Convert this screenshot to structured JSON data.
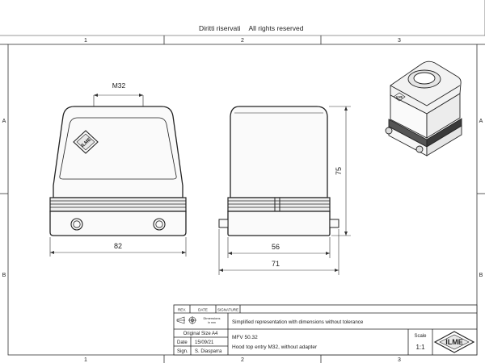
{
  "header": {
    "rights_it": "Diritti riservati",
    "rights_en": "All rights reserved"
  },
  "grid": {
    "columns": [
      "1",
      "2",
      "3"
    ],
    "rows": [
      "A",
      "B"
    ]
  },
  "front_view": {
    "thread_label": "M32",
    "width_dim": "82"
  },
  "side_view": {
    "height_dim": "75",
    "inner_width_dim": "56",
    "outer_width_dim": "71"
  },
  "title_block": {
    "rev_header": "REV.",
    "date_header": "DATE",
    "signature_header": "SIGNATURE",
    "dimensions_note": "Dimensions in mm",
    "dimensions_note_line1": "Dimensions",
    "dimensions_note_line2": "in mm",
    "representation_note": "Simplified representation with dimensions without tolerance",
    "original_size": "Original Size A4",
    "date_label": "Date",
    "date_value": "15/09/21",
    "sign_label": "Sign.",
    "sign_value": "S. Diasparra",
    "part_code": "MFV 50.32",
    "part_description": "Hood top entry M32, without adapter",
    "scale_label": "Scale",
    "scale_value": "1:1",
    "logo": "ILME"
  }
}
